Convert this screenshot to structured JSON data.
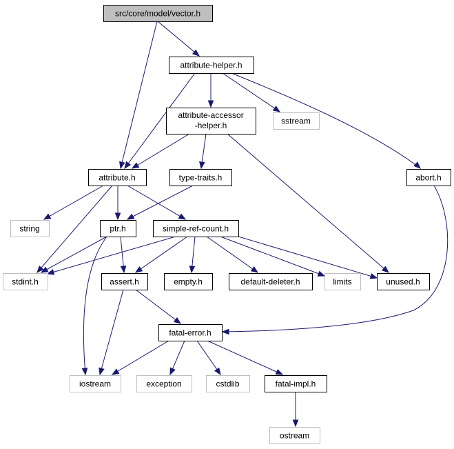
{
  "colors": {
    "edge": "#191970",
    "root_fill": "#bfbfbf",
    "project_border": "#000000",
    "system_border": "#bfbfbf",
    "text": "#000000"
  },
  "nodes": [
    {
      "id": "vector",
      "label": "src/core/model/vector.h",
      "kind": "root"
    },
    {
      "id": "attribute-helper",
      "label": "attribute-helper.h",
      "kind": "project"
    },
    {
      "id": "attribute-accessor-helper",
      "label": "attribute-accessor",
      "label2": "-helper.h",
      "kind": "project"
    },
    {
      "id": "sstream",
      "label": "sstream",
      "kind": "system"
    },
    {
      "id": "attribute",
      "label": "attribute.h",
      "kind": "project"
    },
    {
      "id": "type-traits",
      "label": "type-traits.h",
      "kind": "project"
    },
    {
      "id": "abort",
      "label": "abort.h",
      "kind": "project"
    },
    {
      "id": "string",
      "label": "string",
      "kind": "system"
    },
    {
      "id": "ptr",
      "label": "ptr.h",
      "kind": "project"
    },
    {
      "id": "simple-ref-count",
      "label": "simple-ref-count.h",
      "kind": "project"
    },
    {
      "id": "stdint",
      "label": "stdint.h",
      "kind": "system"
    },
    {
      "id": "assert",
      "label": "assert.h",
      "kind": "project"
    },
    {
      "id": "empty",
      "label": "empty.h",
      "kind": "project"
    },
    {
      "id": "default-deleter",
      "label": "default-deleter.h",
      "kind": "project"
    },
    {
      "id": "limits",
      "label": "limits",
      "kind": "system"
    },
    {
      "id": "unused",
      "label": "unused.h",
      "kind": "project"
    },
    {
      "id": "fatal-error",
      "label": "fatal-error.h",
      "kind": "project"
    },
    {
      "id": "iostream",
      "label": "iostream",
      "kind": "system"
    },
    {
      "id": "exception",
      "label": "exception",
      "kind": "system"
    },
    {
      "id": "cstdlib",
      "label": "cstdlib",
      "kind": "system"
    },
    {
      "id": "fatal-impl",
      "label": "fatal-impl.h",
      "kind": "project"
    },
    {
      "id": "ostream",
      "label": "ostream",
      "kind": "system"
    }
  ],
  "edges": [
    {
      "from": "vector",
      "to": "attribute-helper"
    },
    {
      "from": "vector",
      "to": "attribute"
    },
    {
      "from": "attribute-helper",
      "to": "attribute-accessor-helper"
    },
    {
      "from": "attribute-helper",
      "to": "sstream"
    },
    {
      "from": "attribute-helper",
      "to": "abort"
    },
    {
      "from": "attribute-helper",
      "to": "attribute"
    },
    {
      "from": "attribute-accessor-helper",
      "to": "attribute"
    },
    {
      "from": "attribute-accessor-helper",
      "to": "type-traits"
    },
    {
      "from": "attribute-accessor-helper",
      "to": "unused"
    },
    {
      "from": "attribute",
      "to": "string"
    },
    {
      "from": "attribute",
      "to": "ptr"
    },
    {
      "from": "attribute",
      "to": "simple-ref-count"
    },
    {
      "from": "attribute",
      "to": "stdint"
    },
    {
      "from": "type-traits",
      "to": "ptr"
    },
    {
      "from": "abort",
      "to": "fatal-error"
    },
    {
      "from": "ptr",
      "to": "stdint"
    },
    {
      "from": "ptr",
      "to": "assert"
    },
    {
      "from": "ptr",
      "to": "iostream"
    },
    {
      "from": "simple-ref-count",
      "to": "stdint"
    },
    {
      "from": "simple-ref-count",
      "to": "assert"
    },
    {
      "from": "simple-ref-count",
      "to": "empty"
    },
    {
      "from": "simple-ref-count",
      "to": "default-deleter"
    },
    {
      "from": "simple-ref-count",
      "to": "limits"
    },
    {
      "from": "simple-ref-count",
      "to": "unused"
    },
    {
      "from": "assert",
      "to": "iostream"
    },
    {
      "from": "assert",
      "to": "fatal-error"
    },
    {
      "from": "fatal-error",
      "to": "iostream"
    },
    {
      "from": "fatal-error",
      "to": "exception"
    },
    {
      "from": "fatal-error",
      "to": "cstdlib"
    },
    {
      "from": "fatal-error",
      "to": "fatal-impl"
    },
    {
      "from": "fatal-impl",
      "to": "ostream"
    }
  ]
}
